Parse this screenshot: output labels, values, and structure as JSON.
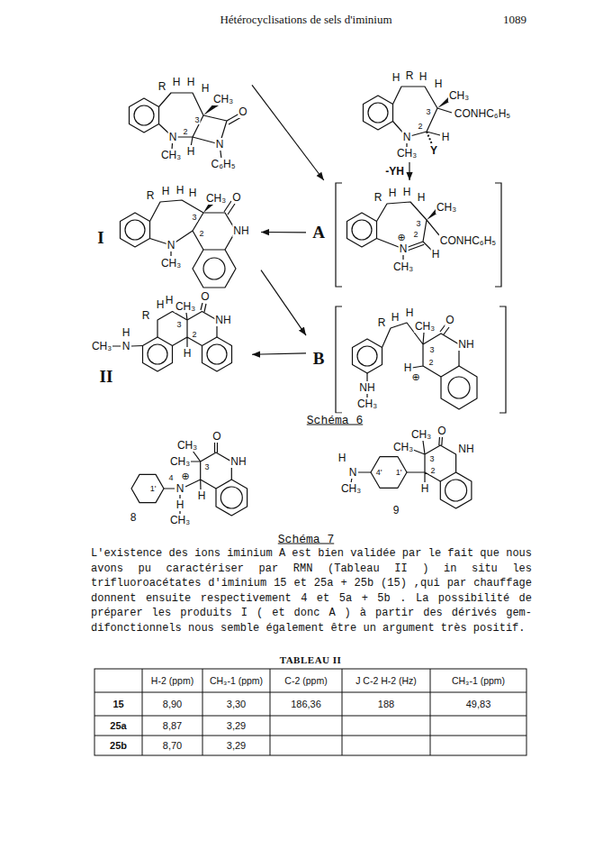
{
  "diagram": {
    "title": "Hétérocyclisations de sels d'iminium",
    "nodes": [
      {
        "text": [
          "R",
          "H",
          "H",
          "H",
          "CH₃",
          "3",
          "2",
          "O",
          "N",
          "CH₃",
          "H",
          "N",
          "C₆H₅"
        ]
      },
      {
        "text": [
          "H",
          "R",
          "H",
          "H",
          "CH₃",
          "3",
          "CONHC₆H₅",
          "2",
          "H",
          "Y",
          "N",
          "CH₃"
        ]
      },
      {
        "text": [
          "I",
          "R",
          "H",
          "H",
          "H",
          "CH₃",
          "3",
          "O",
          "NH",
          "2",
          "N",
          "CH₃"
        ]
      },
      {
        "text": [
          "A",
          "R",
          "H",
          "H",
          "H",
          "CH₃",
          "3",
          "CONHC₆H₅",
          "N",
          "⊕",
          "2",
          "H",
          "CH₃"
        ]
      },
      {
        "text": [
          "H",
          "H",
          "CH₃",
          "O",
          "R",
          "3",
          "NH",
          "H",
          "CH₃",
          "N",
          "2",
          "H",
          "II"
        ]
      },
      {
        "text": [
          "B",
          "R",
          "H",
          "H",
          "CH₃",
          "O",
          "3",
          "NH",
          "H",
          "⊕",
          "2",
          "NH",
          "CH₃"
        ]
      },
      {
        "text": [
          "O",
          "CH₃",
          "CH₃",
          "3",
          "NH",
          "4",
          "⊕",
          "N",
          "1'",
          "H",
          "H",
          "CH₃",
          "8"
        ]
      },
      {
        "text": [
          "H",
          "N",
          "CH₃",
          "4'",
          "1'",
          "CH₃",
          "CH₃",
          "3",
          "O",
          "NH",
          "2",
          "H",
          "9"
        ]
      }
    ],
    "edges": [
      {
        "from": 0,
        "to": 3,
        "arrow": "to"
      },
      {
        "from": 1,
        "to": 3,
        "arrow": "to",
        "label": "-YH"
      },
      {
        "from": 3,
        "to": 2,
        "arrow": "to"
      },
      {
        "from": 2,
        "to": 5,
        "arrow": "to"
      },
      {
        "from": 5,
        "to": 4,
        "arrow": "to"
      }
    ],
    "labels": [
      "1089",
      "Schéma 6",
      "Schéma 7",
      "L'existence des ions iminium A est bien validée par le fait que nous avons pu caractériser par RMN (Tableau II ) in situ les trifluoroacétates d'iminium 15 et 25a + 25b (15) ,qui par chauffage donnent ensuite respectivement 4 et 5a + 5b . La possibilité de préparer les produits I ( et donc A ) à partir des dérivés gem-difonctionnels nous semble également être un argument très positif.",
      "TABLEAU II",
      "H-2 (ppm)",
      "CH₃-1 (ppm)",
      "C-2 (ppm)",
      "J C-2 H-2 (Hz)",
      "CH₃-1 (ppm)",
      "15",
      "8,90",
      "3,30",
      "186,36",
      "188",
      "49,83",
      "25a",
      "8,87",
      "3,29",
      "25b",
      "8,70",
      "3,29"
    ]
  }
}
